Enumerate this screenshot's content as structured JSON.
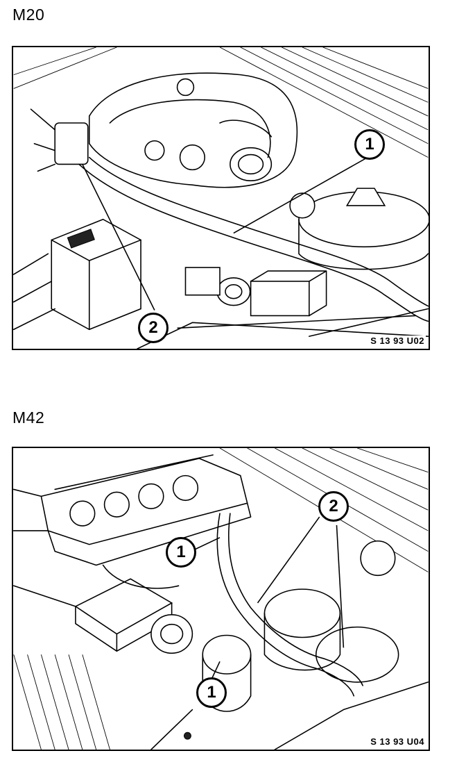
{
  "figures": [
    {
      "label": "M20",
      "code": "S 13 93 U02",
      "callouts": [
        "1",
        "2"
      ]
    },
    {
      "label": "M42",
      "code": "S 13 93 U04",
      "callouts": [
        "2",
        "1",
        "1"
      ]
    }
  ]
}
